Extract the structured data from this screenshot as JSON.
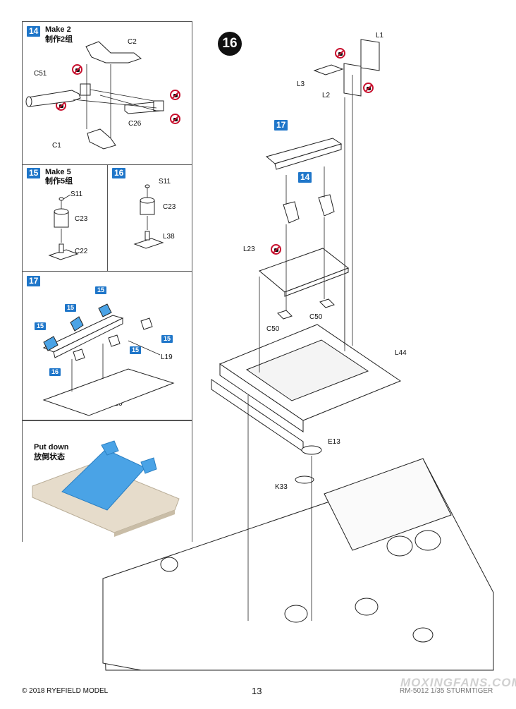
{
  "step": {
    "number": "16"
  },
  "panel14": {
    "badge": "14",
    "title": "Make 2",
    "title_cn": "制作2组",
    "parts": [
      "C2",
      "C51",
      "C26",
      "C1"
    ]
  },
  "panel15": {
    "badge": "15",
    "title": "Make 5",
    "title_cn": "制作5组",
    "parts": [
      "S11",
      "C23",
      "C22"
    ]
  },
  "panel16": {
    "badge": "16",
    "parts": [
      "S11",
      "C23",
      "L38"
    ]
  },
  "panel17": {
    "badge": "17",
    "callouts": [
      "15",
      "15",
      "15",
      "15",
      "15",
      "16"
    ],
    "parts": [
      "L19",
      "L20"
    ]
  },
  "put_down": {
    "title": "Put down",
    "title_cn": "放倒状态"
  },
  "main": {
    "refs": [
      "17",
      "14"
    ],
    "parts": [
      "L1",
      "L3",
      "L2",
      "L23",
      "C50",
      "C50",
      "L44",
      "E13",
      "K33"
    ]
  },
  "footer": {
    "copyright": "© 2018 RYEFIELD MODEL",
    "page": "13",
    "code": "RM-5012 1/35 STURMTIGER"
  },
  "watermark": {
    "text": "MOXINGFANS.COM"
  },
  "colors": {
    "badge": "#1f76c9",
    "glue": "#c8102e",
    "part_blue": "#4aa3e6",
    "sand": "#e6dccb"
  }
}
